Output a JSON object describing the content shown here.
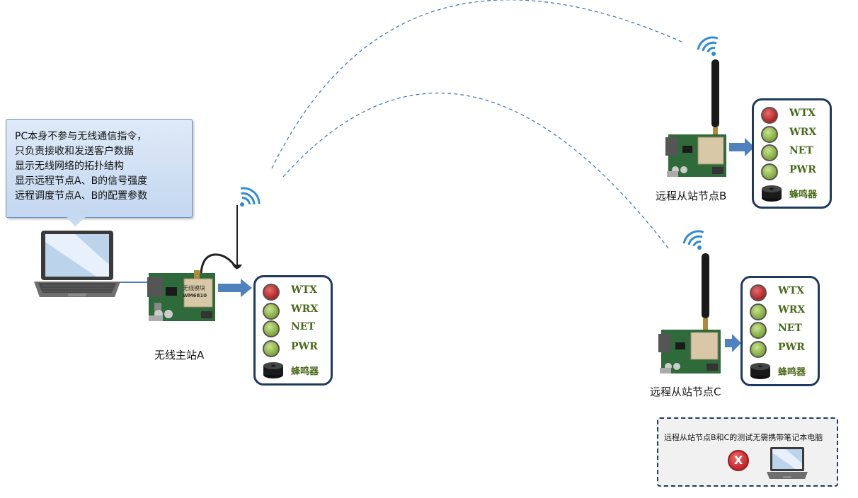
{
  "callout": {
    "lines": [
      "PC本身不参与无线通信指令，",
      "只负责接收和发送客户数据",
      "显示无线网络的拓扑结构",
      "显示远程节点A、B的信号强度",
      "远程调度节点A、B的配置参数"
    ]
  },
  "master": {
    "label": "无线主站A",
    "board_text_1": "无线模块",
    "board_text_2": "WM6810"
  },
  "node_b": {
    "label": "远程从站节点B"
  },
  "node_c": {
    "label": "远程从站节点C"
  },
  "leds": {
    "wtx": "WTX",
    "wrx": "WRX",
    "net": "NET",
    "pwr": "PWR",
    "buzzer": "蜂鸣器"
  },
  "note": {
    "text": "远程从站节点B和C的测试无需携带笔记本电脑",
    "x_symbol": "X"
  },
  "colors": {
    "link_dash": "#4a7ab8",
    "panel_border": "#1f3a5f",
    "arrow": "#4f81bd",
    "led_red": "#b22222",
    "led_green": "#7ea63a",
    "wifi": "#2e8bd8"
  }
}
